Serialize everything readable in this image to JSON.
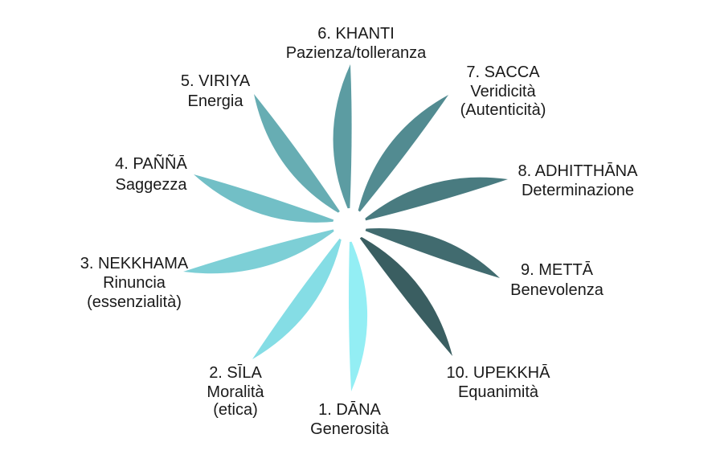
{
  "diagram": {
    "petals": [
      {
        "id": 1,
        "name": "1. DĀNA",
        "lines": [
          "Generosità"
        ],
        "color": "#93eef4"
      },
      {
        "id": 2,
        "name": "2. SĪLA",
        "lines": [
          "Moralità",
          "(etica)"
        ],
        "color": "#85dde5"
      },
      {
        "id": 3,
        "name": "3. NEKKHAMA",
        "lines": [
          "Rinuncia",
          "(essenzialità)"
        ],
        "color": "#7dcfd6"
      },
      {
        "id": 4,
        "name": "4. PAÑÑĀ",
        "lines": [
          "Saggezza"
        ],
        "color": "#72bfc6"
      },
      {
        "id": 5,
        "name": "5. VIRIYA",
        "lines": [
          "Energia"
        ],
        "color": "#67adb3"
      },
      {
        "id": 6,
        "name": "6. KHANTI",
        "lines": [
          "Pazienza/tolleranza"
        ],
        "color": "#5c9ca2"
      },
      {
        "id": 7,
        "name": "7. SACCA",
        "lines": [
          "Veridicità",
          "(Autenticità)"
        ],
        "color": "#528b91"
      },
      {
        "id": 8,
        "name": "8. ADHITTHĀNA",
        "lines": [
          "Determinazione"
        ],
        "color": "#497b80"
      },
      {
        "id": 9,
        "name": "9. METTĀ",
        "lines": [
          "Benevolenza"
        ],
        "color": "#416b6f"
      },
      {
        "id": 10,
        "name": "10. UPEKKHĀ",
        "lines": [
          "Equanimità"
        ],
        "color": "#3a5e61"
      }
    ]
  }
}
